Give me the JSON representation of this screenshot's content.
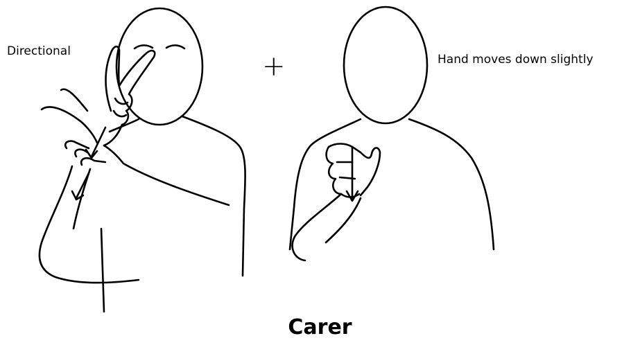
{
  "labels": {
    "left_note": "Directional",
    "right_note": "Hand moves down slightly",
    "plus": "+"
  },
  "title": "Carer",
  "icons": [
    "person-signing-left-figure",
    "person-signing-right-figure",
    "down-arrow-icon"
  ]
}
